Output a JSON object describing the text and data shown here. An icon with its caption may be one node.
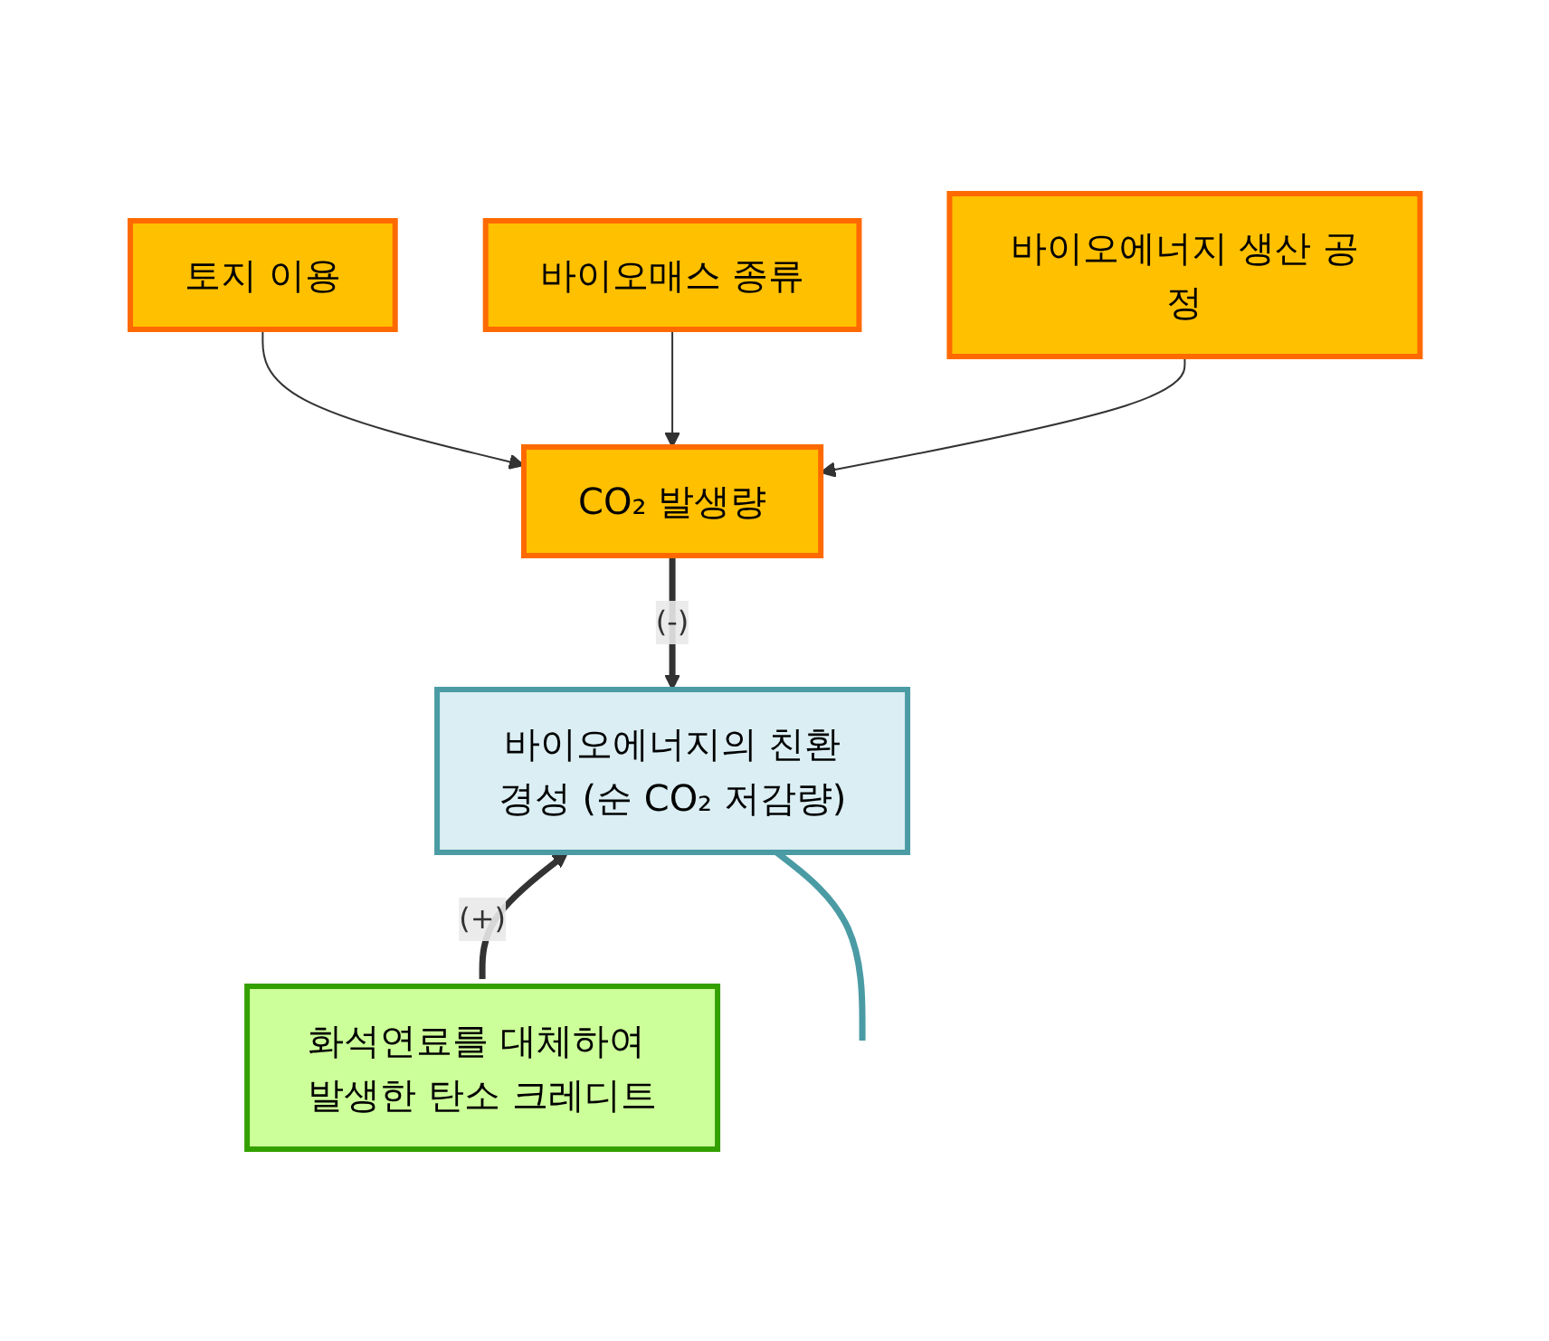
{
  "diagram": {
    "nodes": [
      {
        "text": [
          "토지 이용"
        ]
      },
      {
        "text": [
          "바이오매스 종류"
        ]
      },
      {
        "text": [
          "바이오에너지 생산 공정"
        ]
      },
      {
        "text": [
          "CO₂ 발생량"
        ]
      },
      {
        "text": [
          "바이오에너지의 친환경성 (순 CO₂ 저감량)"
        ]
      },
      {
        "text": [
          "화석연료를 대체하여 발생한 탄소 크레디트"
        ]
      }
    ],
    "edges": [
      {
        "from": 0,
        "to": 3,
        "arrow": "to"
      },
      {
        "from": 1,
        "to": 3,
        "arrow": "to"
      },
      {
        "from": 2,
        "to": 3,
        "arrow": "to"
      },
      {
        "from": 3,
        "to": 4,
        "arrow": "to",
        "label": "(-)",
        "style": "thick"
      },
      {
        "from": 5,
        "to": 4,
        "arrow": "to",
        "label": "(+)",
        "style": "thick"
      },
      {
        "from": 4,
        "to": null,
        "arrow": "none",
        "color": "#4a9ba4",
        "style": "thick"
      }
    ]
  }
}
